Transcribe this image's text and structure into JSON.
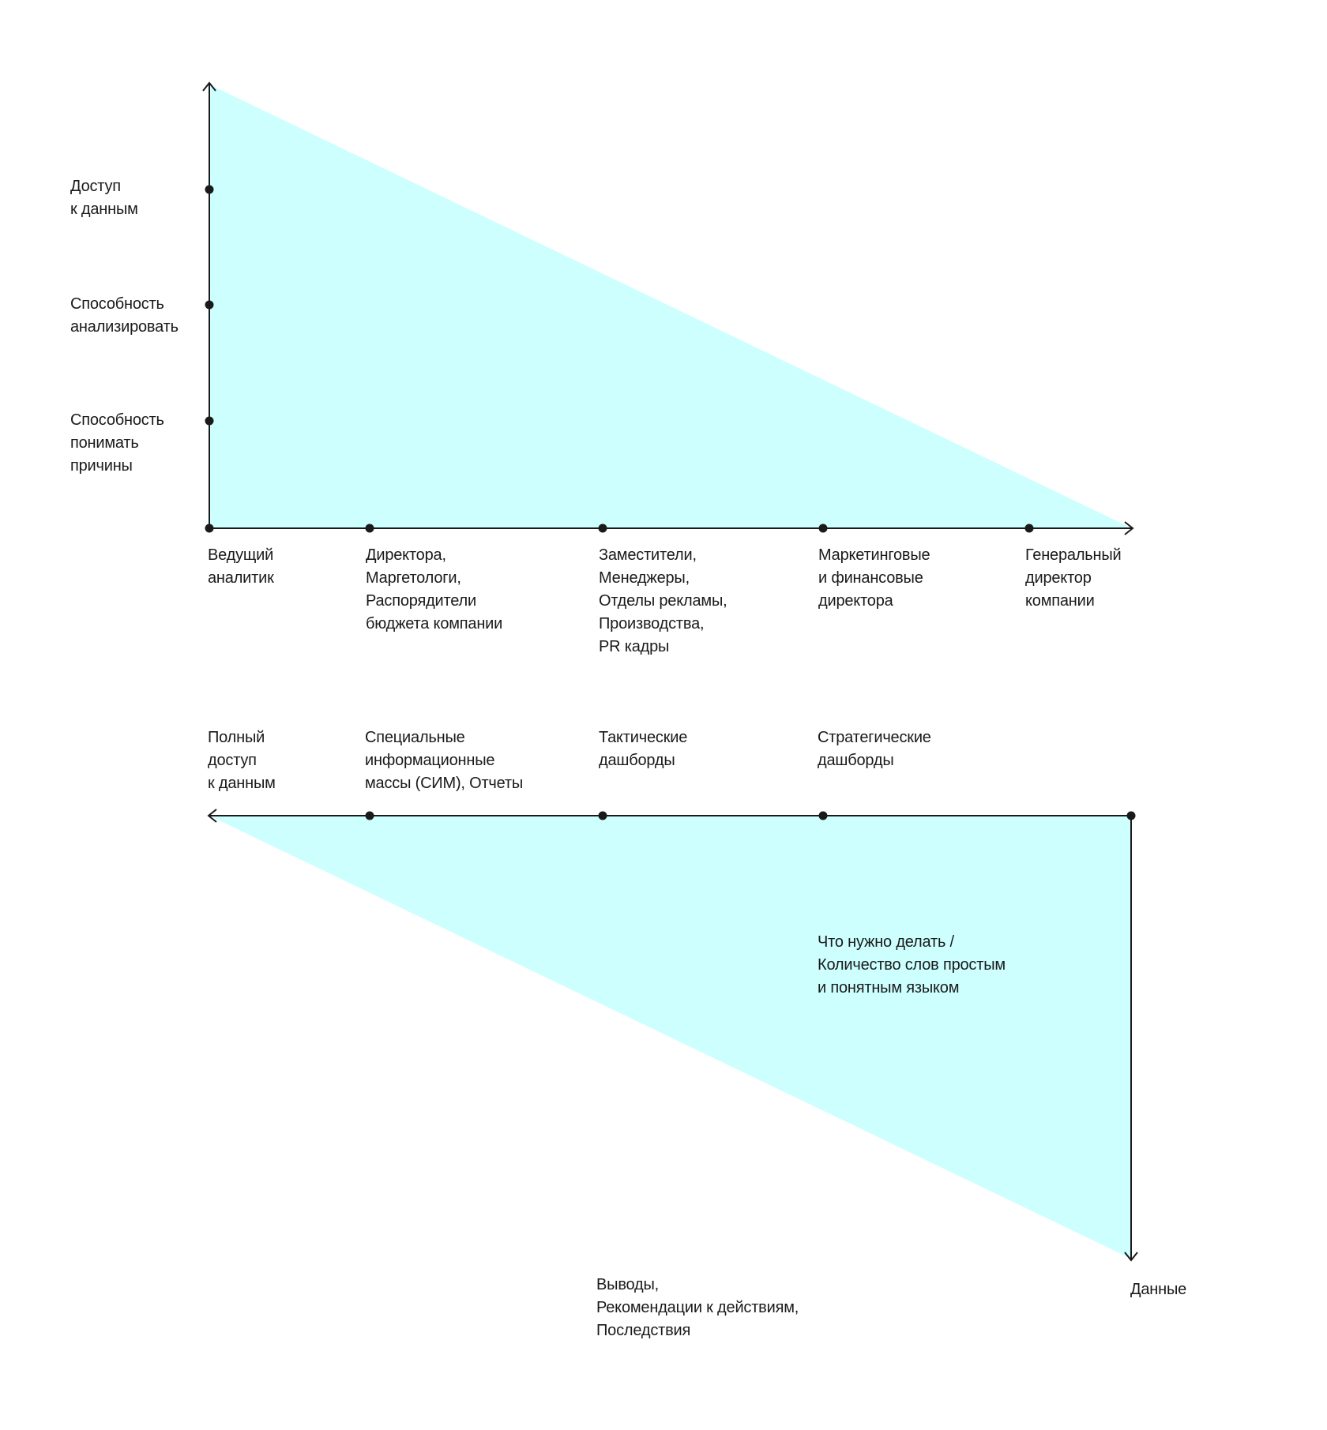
{
  "colors": {
    "fill": "#ccfffe",
    "line": "#1a1a1a"
  },
  "top_chart": {
    "y_labels": [
      "Доступ\nк данным",
      "Способность\nанализировать",
      "Способность\nпонимать\nпричины"
    ],
    "x_labels": [
      "Ведущий\nаналитик",
      "Директора,\nМаргетологи,\nРаспорядители\nбюджета компании",
      "Заместители,\nМенеджеры,\nОтделы рекламы,\nПроизводства,\nPR кадры",
      "Маркетинговые\nи финансовые\nдиректора",
      "Генеральный\nдиректор\nкомпании"
    ]
  },
  "bottom_chart": {
    "x_labels": [
      "Полный\nдоступ\nк данным",
      "Специальные\nинформационные\nмассы (СИМ), Отчеты",
      "Тактические\nдашборды",
      "Стратегические\nдашборды"
    ],
    "inner_label": "Что нужно делать /\nКоличество слов простым\nи понятным языком",
    "bottom_label": "Выводы,\nРекомендации к действиям,\nПоследствия",
    "axis_end_label": "Данные"
  }
}
